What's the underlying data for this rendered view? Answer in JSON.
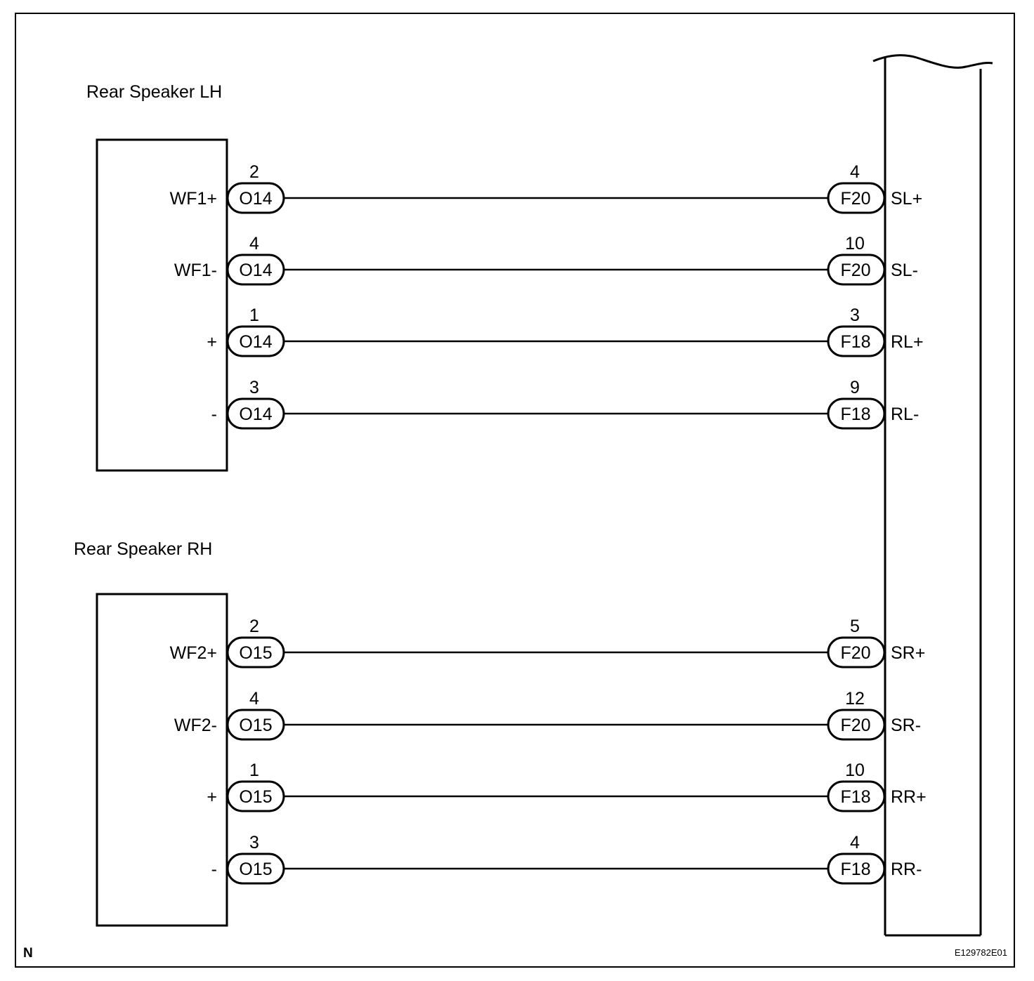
{
  "labels": {
    "lh_title": "Rear Speaker LH",
    "rh_title": "Rear Speaker RH",
    "corner_left": "N",
    "corner_right": "E129782E01"
  },
  "wires": [
    {
      "left_label": "WF1+",
      "left_pin": "2",
      "left_conn": "O14",
      "right_pin": "4",
      "right_conn": "F20",
      "right_label": "SL+"
    },
    {
      "left_label": "WF1-",
      "left_pin": "4",
      "left_conn": "O14",
      "right_pin": "10",
      "right_conn": "F20",
      "right_label": "SL-"
    },
    {
      "left_label": "+",
      "left_pin": "1",
      "left_conn": "O14",
      "right_pin": "3",
      "right_conn": "F18",
      "right_label": "RL+"
    },
    {
      "left_label": "-",
      "left_pin": "3",
      "left_conn": "O14",
      "right_pin": "9",
      "right_conn": "F18",
      "right_label": "RL-"
    },
    {
      "left_label": "WF2+",
      "left_pin": "2",
      "left_conn": "O15",
      "right_pin": "5",
      "right_conn": "F20",
      "right_label": "SR+"
    },
    {
      "left_label": "WF2-",
      "left_pin": "4",
      "left_conn": "O15",
      "right_pin": "12",
      "right_conn": "F20",
      "right_label": "SR-"
    },
    {
      "left_label": "+",
      "left_pin": "1",
      "left_conn": "O15",
      "right_pin": "10",
      "right_conn": "F18",
      "right_label": "RR+"
    },
    {
      "left_label": "-",
      "left_pin": "3",
      "left_conn": "O15",
      "right_pin": "4",
      "right_conn": "F18",
      "right_label": "RR-"
    }
  ]
}
